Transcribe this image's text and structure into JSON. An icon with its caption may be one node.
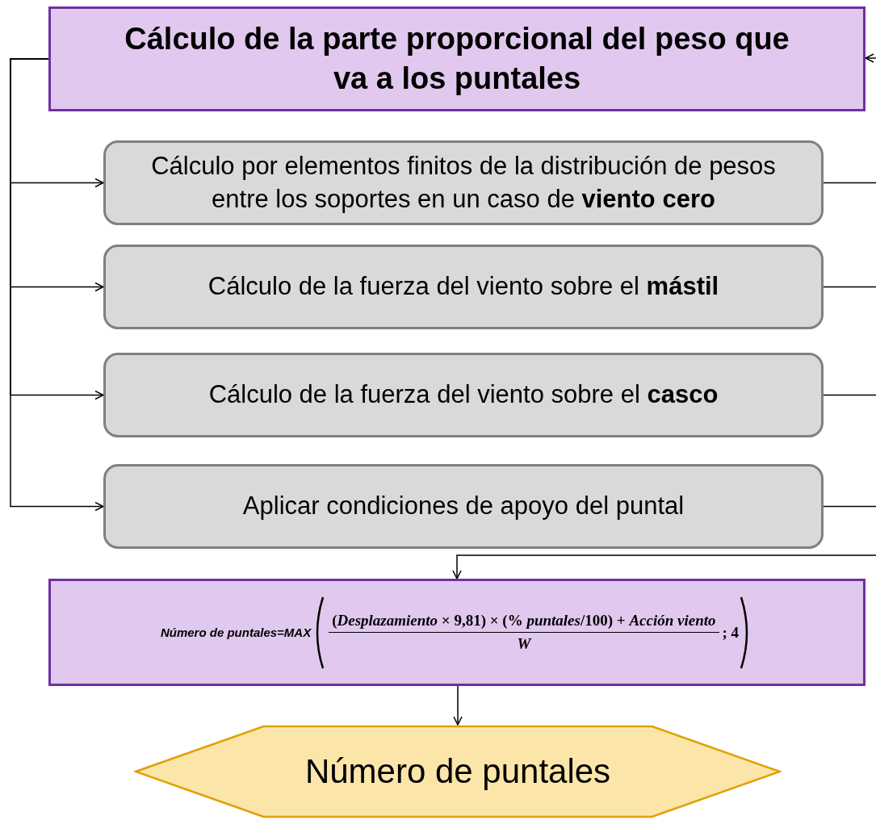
{
  "diagram": {
    "nodes": [
      {
        "text": [
          "Cálculo de la parte proporcional del peso que va a los puntales"
        ]
      },
      {
        "text": [
          "Cálculo por elementos finitos de la distribución de pesos entre los soportes  en un caso de **viento cero**"
        ]
      },
      {
        "text": [
          "Cálculo de la fuerza del viento sobre el **mástil**"
        ]
      },
      {
        "text": [
          "Cálculo de la fuerza del viento sobre el **casco**"
        ]
      },
      {
        "text": [
          "Aplicar condiciones de apoyo del puntal"
        ]
      },
      {
        "text": [
          "Número de puntales=*MAX*",
          "(*Desplazamiento* × **9,81**) × (% *puntales*/**100**) + *Acción viento*",
          "*W*",
          "; **4**"
        ]
      },
      {
        "text": [
          "Número de puntales"
        ]
      }
    ],
    "edges": [
      {
        "from": 0,
        "to": 1,
        "arrow": "to"
      },
      {
        "from": 0,
        "to": 2,
        "arrow": "to"
      },
      {
        "from": 0,
        "to": 3,
        "arrow": "to"
      },
      {
        "from": 0,
        "to": 4,
        "arrow": "to"
      },
      {
        "from": 1,
        "to": null,
        "arrow": "none"
      },
      {
        "from": 2,
        "to": null,
        "arrow": "none"
      },
      {
        "from": 3,
        "to": null,
        "arrow": "none"
      },
      {
        "from": 4,
        "to": null,
        "arrow": "none"
      },
      {
        "from": null,
        "to": 0,
        "arrow": "to"
      },
      {
        "from": null,
        "to": 5,
        "arrow": "to"
      },
      {
        "from": 5,
        "to": 6,
        "arrow": "to"
      }
    ]
  }
}
